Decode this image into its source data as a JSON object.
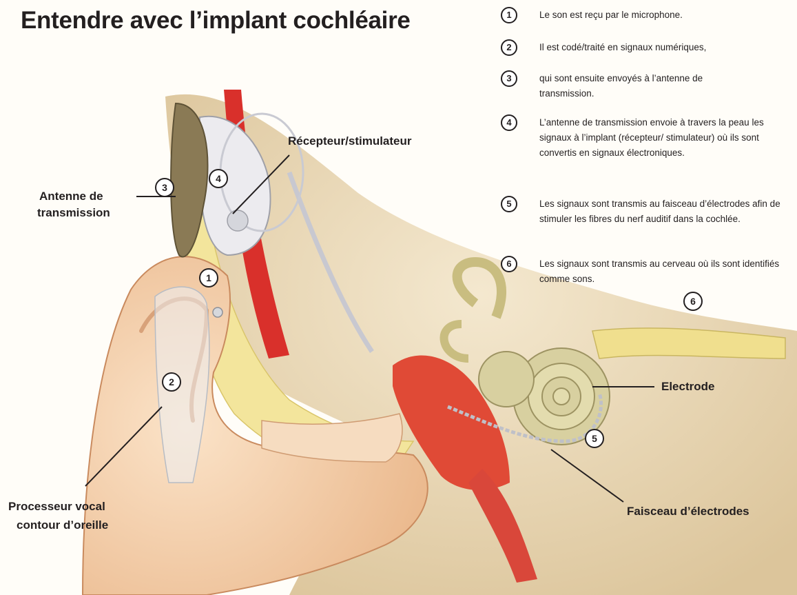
{
  "title": "Entendre avec l’implant cochléaire",
  "steps": [
    {
      "num": "1",
      "text": "Le son est reçu par le microphone."
    },
    {
      "num": "2",
      "text": "Il est codé/traité en signaux numériques,"
    },
    {
      "num": "3",
      "text": "qui sont ensuite envoyés à l’antenne de transmission."
    },
    {
      "num": "4",
      "text": "L’antenne de transmission envoie à travers la peau les signaux à l’implant (récepteur/ stimulateur) où ils sont convertis en signaux électroniques."
    },
    {
      "num": "5",
      "text": "Les signaux sont transmis au faisceau d’électrodes afin de stimuler les fibres du nerf auditif dans la cochlée."
    },
    {
      "num": "6",
      "text": "Les signaux sont transmis au cerveau où ils sont identifiés comme sons."
    }
  ],
  "labels": {
    "receiver": "Récepteur/stimulateur",
    "antenna_line1": "Antenne de",
    "antenna_line2": "transmission",
    "processor_line1": "Processeur vocal",
    "processor_line2": "contour d’oreille",
    "electrode": "Electrode",
    "electrode_array": "Faisceau d’électrodes"
  },
  "markers": {
    "m1": "1",
    "m2": "2",
    "m3": "3",
    "m4": "4",
    "m5": "5",
    "m6": "6"
  },
  "colors": {
    "skin": "#f2c9a0",
    "fat": "#f3e59c",
    "bone": "#e9d8b8",
    "muscle": "#d9302b",
    "implant": "#8a7a55",
    "device": "#ecebef",
    "cochlea": "#d8d0a0",
    "text": "#231f20"
  }
}
